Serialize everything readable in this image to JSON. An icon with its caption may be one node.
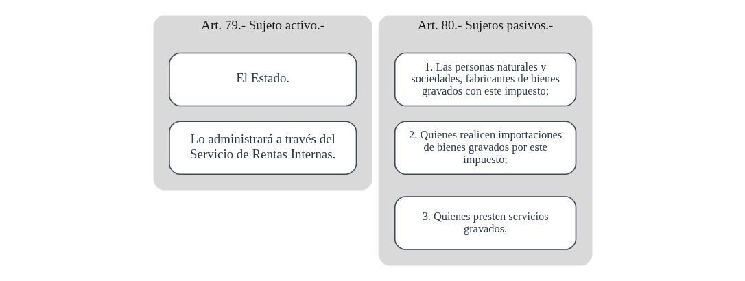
{
  "diagram": {
    "nodes": [
      {
        "text": [
          "Art. 79.- Sujeto activo.-"
        ]
      },
      {
        "text": [
          "El Estado."
        ],
        "in": 0
      },
      {
        "text": [
          "Lo administrará a través del Servicio de Rentas Internas."
        ],
        "in": 0
      },
      {
        "text": [
          "Art. 80.- Sujetos pasivos.-"
        ]
      },
      {
        "text": [
          "1. Las personas naturales y sociedades, fabricantes de bienes gravados con este impuesto;"
        ],
        "in": 3
      },
      {
        "text": [
          "2. Quienes realicen importaciones de bienes gravados por este impuesto;"
        ],
        "in": 3
      },
      {
        "text": [
          "3. Quienes presten servicios gravados."
        ],
        "in": 3
      }
    ],
    "edges": []
  }
}
